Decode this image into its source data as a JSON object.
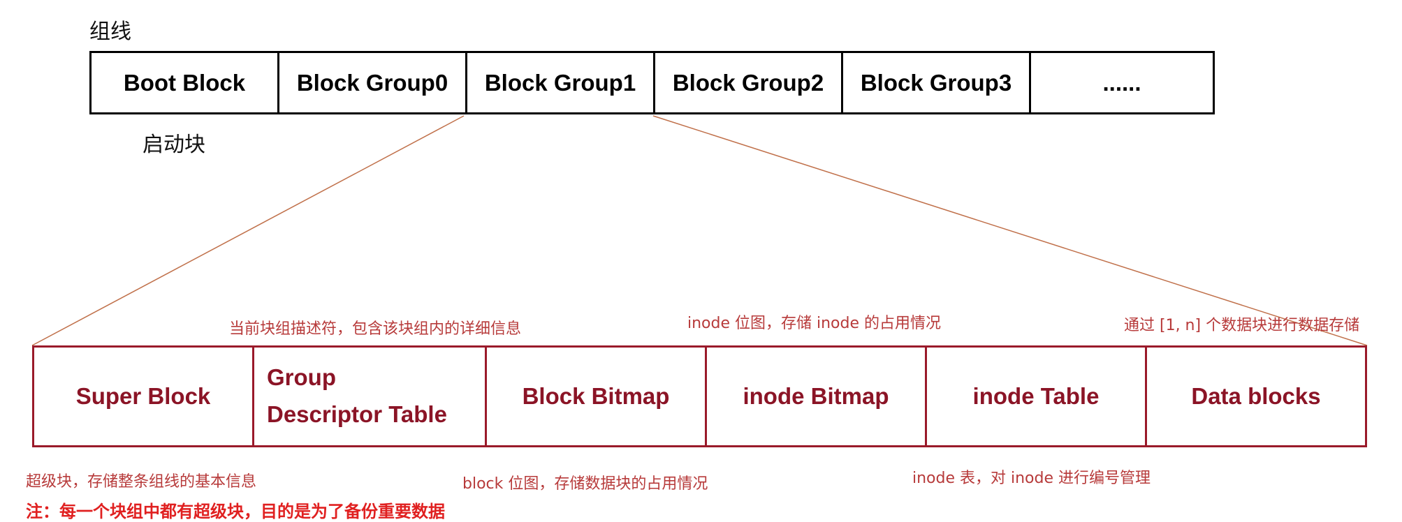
{
  "diagram": {
    "top_label": "组线",
    "top_sub_label": "启动块",
    "top_blocks": [
      "Boot Block",
      "Block Group0",
      "Block Group1",
      "Block Group2",
      "Block Group3",
      "......"
    ],
    "bottom_blocks": [
      {
        "line1": "Super Block",
        "line2": ""
      },
      {
        "line1": "Group",
        "line2": "Descriptor Table"
      },
      {
        "line1": "Block Bitmap",
        "line2": ""
      },
      {
        "line1": "inode Bitmap",
        "line2": ""
      },
      {
        "line1": "inode Table",
        "line2": ""
      },
      {
        "line1": "Data blocks",
        "line2": ""
      }
    ],
    "annotations": {
      "gdt": "当前块组描述符，包含该块组内的详细信息",
      "inode_bitmap": "inode 位图，存储 inode 的占用情况",
      "data_blocks": "通过 [1, n] 个数据块进行数据存储",
      "super_block": "超级块，存储整条组线的基本信息",
      "block_bitmap": "block 位图，存储数据块的占用情况",
      "inode_table": "inode 表，对 inode 进行编号管理",
      "note": "注：每一个块组中都有超级块，目的是为了备份重要数据"
    },
    "colors": {
      "top_border": "#000000",
      "bottom_border": "#9a1a2a",
      "bottom_text": "#8b1426",
      "annotation": "#b73a3a",
      "note": "#e02020",
      "connector": "#c0704a"
    }
  }
}
